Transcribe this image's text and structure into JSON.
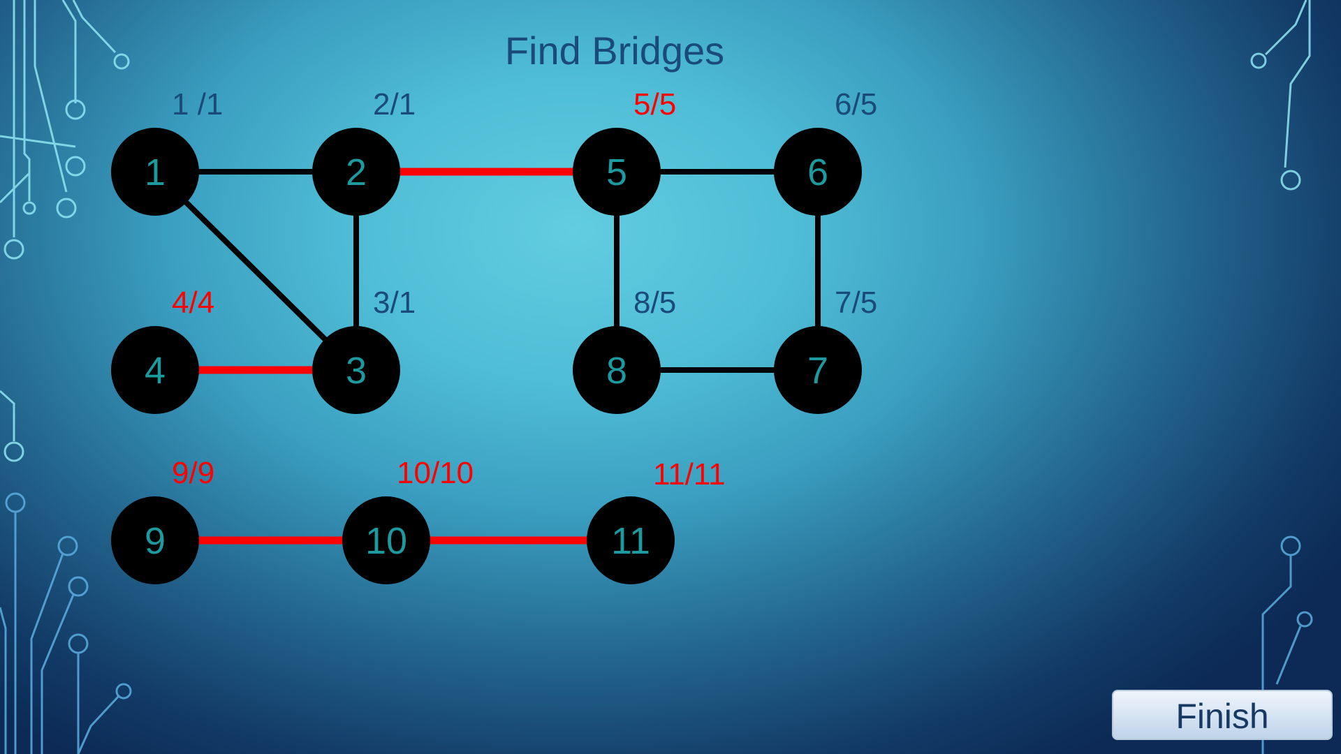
{
  "title": "Find Bridges",
  "finish_label": "Finish",
  "colors": {
    "edge": "#000000",
    "bridge": "#ff0000",
    "node_fill": "#000000",
    "node_text": "#1c9aa0",
    "label_normal": "#1a4a78",
    "label_bridge": "#ff0000"
  },
  "nodes": [
    {
      "id": "1"
    },
    {
      "id": "2"
    },
    {
      "id": "3"
    },
    {
      "id": "4"
    },
    {
      "id": "5"
    },
    {
      "id": "6"
    },
    {
      "id": "7"
    },
    {
      "id": "8"
    },
    {
      "id": "9"
    },
    {
      "id": "10"
    },
    {
      "id": "11"
    }
  ],
  "edges": [
    {
      "from": "1",
      "to": "2",
      "bridge": false
    },
    {
      "from": "1",
      "to": "3",
      "bridge": false
    },
    {
      "from": "2",
      "to": "3",
      "bridge": false
    },
    {
      "from": "2",
      "to": "5",
      "bridge": true
    },
    {
      "from": "3",
      "to": "4",
      "bridge": true
    },
    {
      "from": "5",
      "to": "6",
      "bridge": false
    },
    {
      "from": "5",
      "to": "8",
      "bridge": false
    },
    {
      "from": "6",
      "to": "7",
      "bridge": false
    },
    {
      "from": "8",
      "to": "7",
      "bridge": false
    },
    {
      "from": "9",
      "to": "10",
      "bridge": true
    },
    {
      "from": "10",
      "to": "11",
      "bridge": true
    }
  ],
  "labels": [
    {
      "node": "1",
      "text": "1 /1",
      "red": false
    },
    {
      "node": "2",
      "text": "2/1",
      "red": false
    },
    {
      "node": "3",
      "text": "3/1",
      "red": false
    },
    {
      "node": "4",
      "text": "4/4",
      "red": true
    },
    {
      "node": "5",
      "text": "5/5",
      "red": true
    },
    {
      "node": "6",
      "text": "6/5",
      "red": false
    },
    {
      "node": "7",
      "text": "7/5",
      "red": false
    },
    {
      "node": "8",
      "text": "8/5",
      "red": false
    },
    {
      "node": "9",
      "text": "9/9",
      "red": true
    },
    {
      "node": "10",
      "text": "10/10",
      "red": true
    },
    {
      "node": "11",
      "text": "11/11",
      "red": true
    }
  ]
}
